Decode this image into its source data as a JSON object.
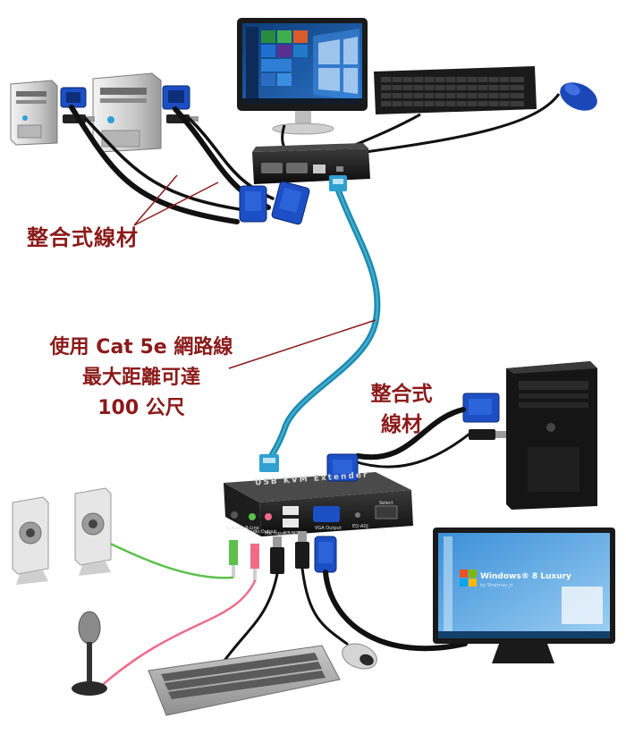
{
  "labels": {
    "cable_top": "整合式線材",
    "cat5_line1": "使用 Cat 5e 網路線",
    "cat5_line2": "最大距離可達",
    "cat5_line3": "100 公尺",
    "cable_right_line1": "整合式",
    "cable_right_line2": "線材"
  },
  "extender": {
    "title": "USB KVM Extender",
    "port_labels": [
      "L-Audio R-Line",
      "Audio Output",
      "Mic Input",
      "KB/MS",
      "VGA Output",
      "EQ-ADJ",
      "Select"
    ]
  },
  "monitor_bottom": {
    "os_title": "Windows® 8 Luxury",
    "os_sub": "by Shatmau_tr"
  },
  "colors": {
    "label": "#8b1a1a",
    "network_cable": "#1e8bb0",
    "vga_blue": "#1c4fc4",
    "audio_green": "#5cc04a",
    "mic_pink": "#f06a8a"
  }
}
